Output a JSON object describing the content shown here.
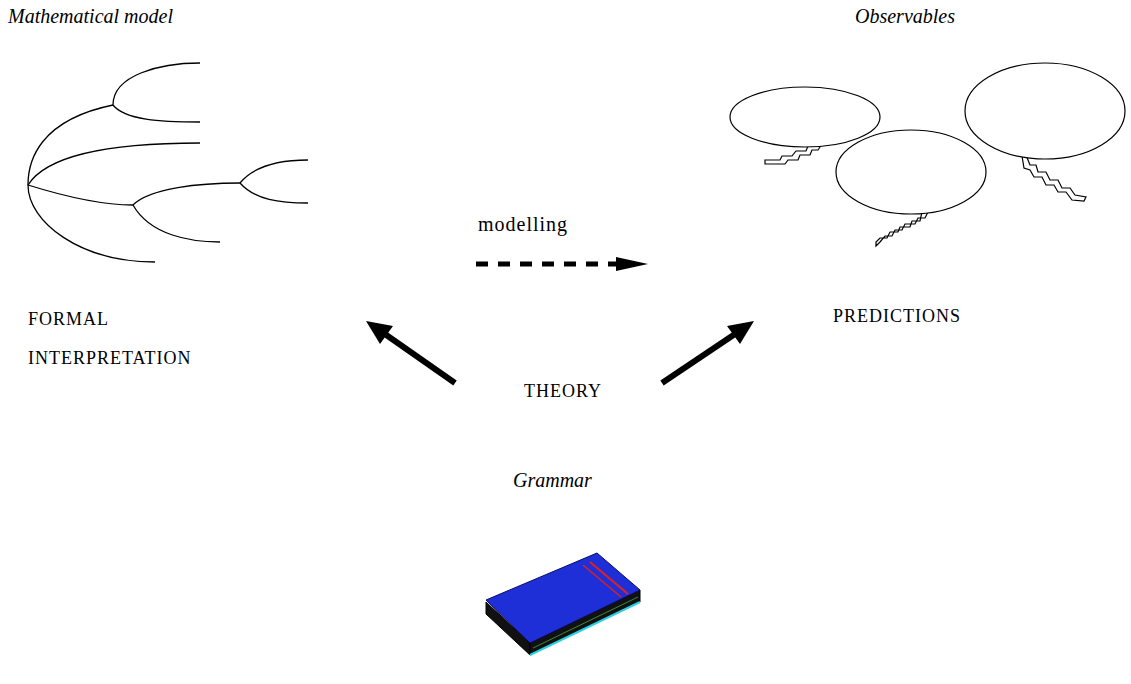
{
  "diagram": {
    "labels": [
      "Mathematical model",
      "Observables",
      "modelling",
      "FORMAL INTERPRETATION",
      "PREDICTIONS",
      "THEORY",
      "Grammar"
    ]
  }
}
